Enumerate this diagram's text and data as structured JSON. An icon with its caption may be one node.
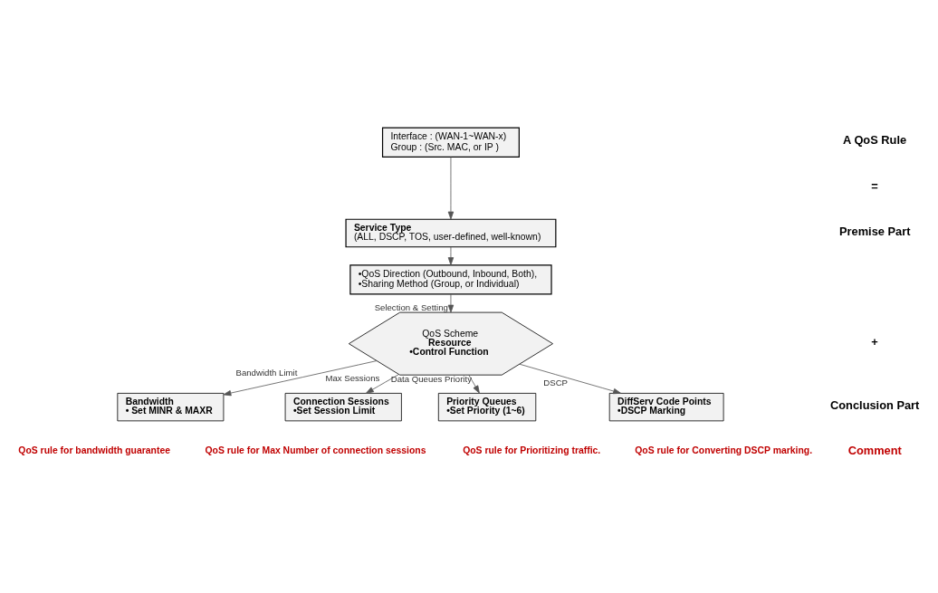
{
  "diagram": {
    "nodes": [
      {
        "text": [
          "Interface : (WAN-1~WAN-x)",
          "Group : (Src. MAC, or IP )"
        ]
      },
      {
        "text": [
          "Service Type",
          "(ALL, DSCP, TOS, user-defined, well-known)"
        ]
      },
      {
        "text": [
          "•QoS Direction (Outbound, Inbound, Both),",
          "•Sharing Method (Group, or Individual)"
        ]
      },
      {
        "text": [
          "QoS Scheme",
          "Resource",
          "•Control Function"
        ]
      },
      {
        "text": [
          "Bandwidth",
          "• Set MINR & MAXR"
        ],
        "beside": [
          "QoS rule for bandwidth guarantee"
        ]
      },
      {
        "text": [
          "Connection Sessions",
          "•Set Session Limit"
        ],
        "beside": [
          "QoS rule for Max Number of connection sessions"
        ]
      },
      {
        "text": [
          "Priority Queues",
          "•Set Priority (1~6)"
        ],
        "beside": [
          "QoS rule for Prioritizing traffic."
        ]
      },
      {
        "text": [
          "DiffServ Code Points",
          "•DSCP Marking"
        ],
        "beside": [
          "QoS rule for Converting DSCP marking."
        ]
      }
    ],
    "edges": [
      {
        "from": 0,
        "to": 1,
        "arrow": "to"
      },
      {
        "from": 1,
        "to": 2,
        "arrow": "to"
      },
      {
        "from": 2,
        "to": 3,
        "arrow": "to",
        "label": "Selection & Setting"
      },
      {
        "from": 3,
        "to": 4,
        "arrow": "to",
        "label": "Bandwidth Limit"
      },
      {
        "from": 3,
        "to": 5,
        "arrow": "to",
        "label": "Max Sessions"
      },
      {
        "from": 3,
        "to": 6,
        "arrow": "to",
        "label": "Data Queues Priority"
      },
      {
        "from": 3,
        "to": 7,
        "arrow": "to",
        "label": "DSCP"
      }
    ],
    "labels": [
      "A QoS Rule",
      "=",
      "Premise Part",
      "+",
      "Conclusion Part",
      "Comment"
    ]
  }
}
